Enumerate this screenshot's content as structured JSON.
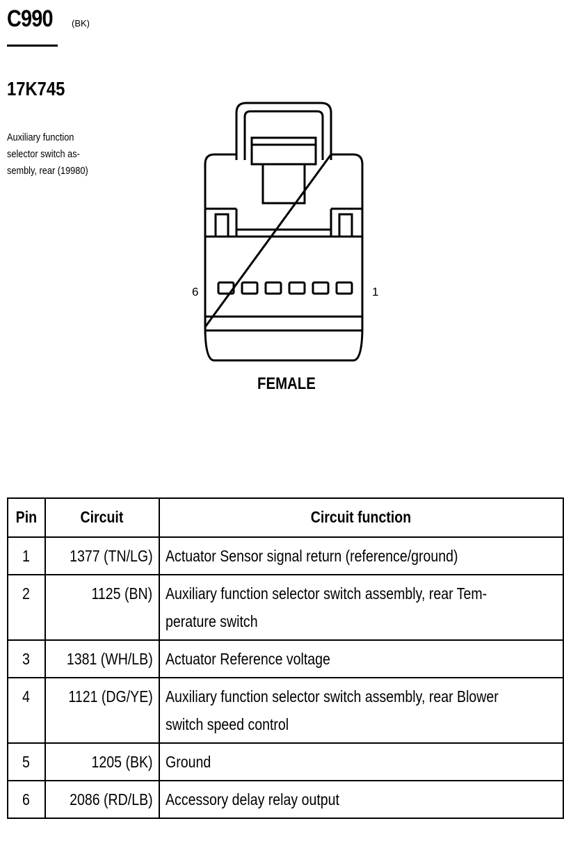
{
  "header": {
    "connector_id": "C990",
    "color_code": "(BK)",
    "part_number": "17K745",
    "description_lines": [
      "Auxiliary function",
      "selector switch as-",
      "sembly, rear (19980)"
    ]
  },
  "diagram": {
    "pin_left_label": "6",
    "pin_right_label": "1",
    "gender": "FEMALE",
    "cavity_count": 6
  },
  "table": {
    "headers": {
      "pin": "Pin",
      "circuit": "Circuit",
      "function": "Circuit function"
    },
    "rows": [
      {
        "pin": "1",
        "circuit": "1377 (TN/LG)",
        "function_lines": [
          "Actuator Sensor signal return (reference/ground)"
        ]
      },
      {
        "pin": "2",
        "circuit": "1125 (BN)",
        "function_lines": [
          "Auxiliary function selector switch assembly, rear  Tem-",
          "perature switch"
        ]
      },
      {
        "pin": "3",
        "circuit": "1381 (WH/LB)",
        "function_lines": [
          "Actuator Reference voltage"
        ]
      },
      {
        "pin": "4",
        "circuit": "1121 (DG/YE)",
        "function_lines": [
          "Auxiliary function selector switch assembly, rear  Blower",
          "switch speed control"
        ]
      },
      {
        "pin": "5",
        "circuit": "1205 (BK)",
        "function_lines": [
          "Ground"
        ]
      },
      {
        "pin": "6",
        "circuit": "2086 (RD/LB)",
        "function_lines": [
          "Accessory delay relay output"
        ]
      }
    ]
  }
}
